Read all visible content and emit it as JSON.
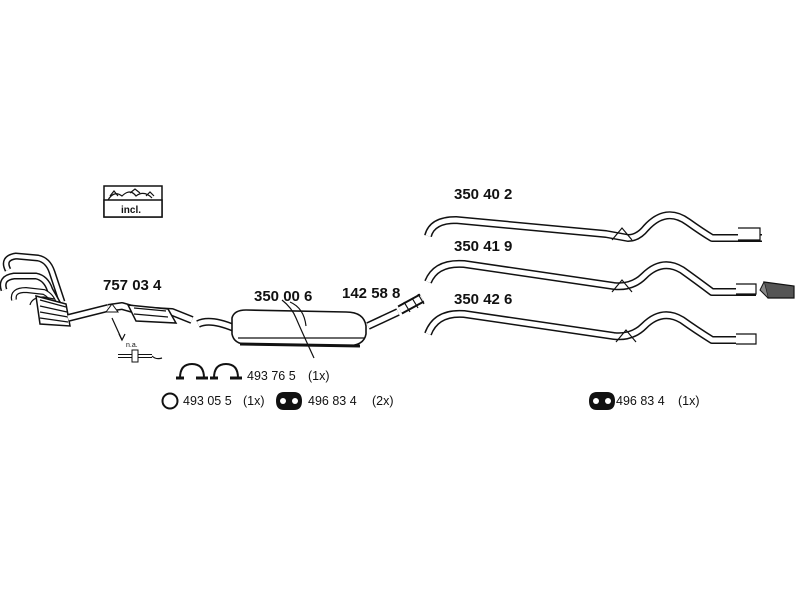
{
  "parts": {
    "manifold_cat": {
      "number": "757 03 4"
    },
    "centre_silencer": {
      "number": "350 00 6"
    },
    "clamp": {
      "number": "142 58 8"
    },
    "rear_pipe_1": {
      "number": "350 40 2"
    },
    "rear_pipe_2": {
      "number": "350 41 9"
    },
    "rear_pipe_3": {
      "number": "350 42 6"
    }
  },
  "box": {
    "label": "incl."
  },
  "sensor_note": {
    "label": "n.a."
  },
  "accessories": {
    "hangers": {
      "number": "493 76 5",
      "qty": "(1x)"
    },
    "ring": {
      "number": "493 05 5",
      "qty": "(1x)"
    },
    "rubber_mount_left": {
      "number": "496 83 4",
      "qty": "(2x)"
    },
    "rubber_mount_right": {
      "number": "496 83 4",
      "qty": "(1x)"
    }
  },
  "icons": [
    "incl-box-icon",
    "lambda-sensor-icon",
    "hanger-icon",
    "ring-icon",
    "rubber-mount-icon",
    "exhaust-tip-icon"
  ],
  "colors": {
    "line": "#111111",
    "background": "#ffffff",
    "tip_fill": "#555555"
  }
}
